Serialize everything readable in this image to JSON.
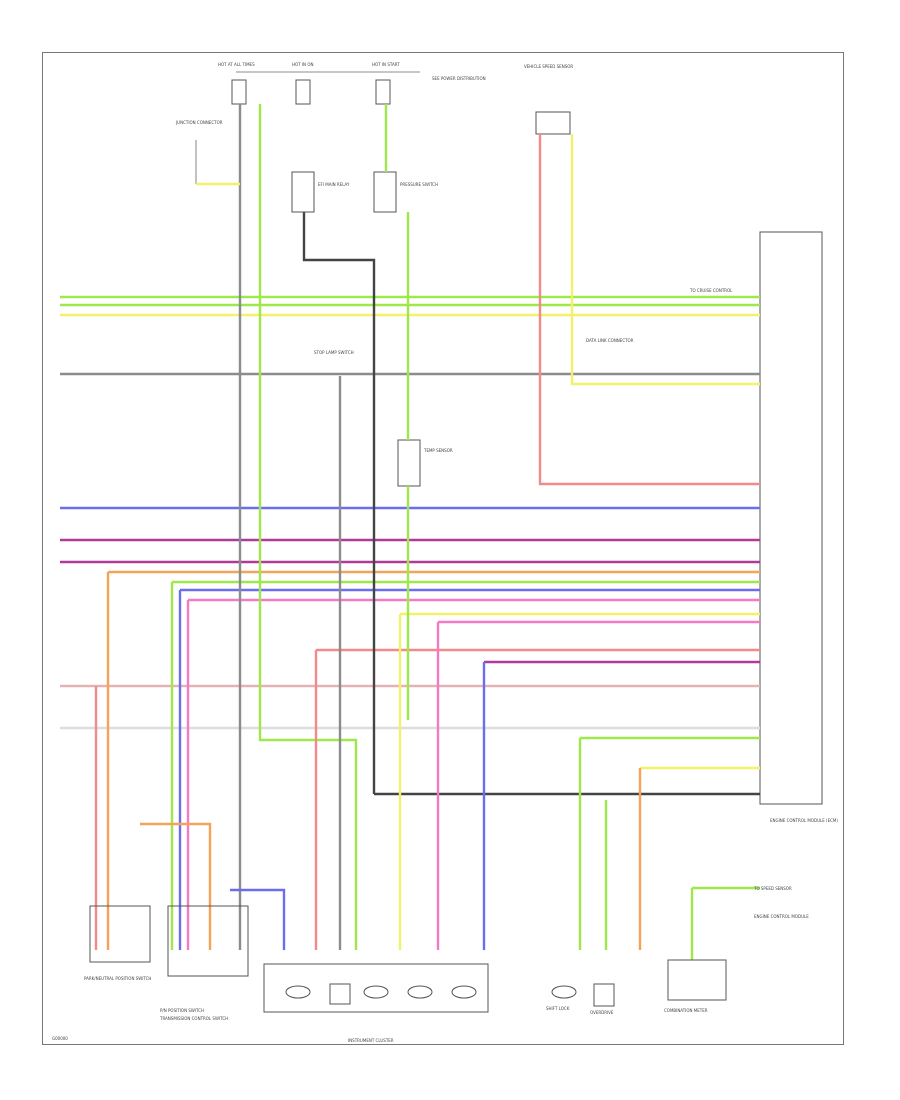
{
  "diagram": {
    "footer_code": "G00000",
    "colors": {
      "green": "#9ee84c",
      "yellow": "#f3f06a",
      "red": "#f38a8a",
      "blue": "#6c6cf0",
      "purple": "#b03a9a",
      "pink": "#f57ac6",
      "orange": "#f6a35a",
      "gray": "#8c8c8c",
      "black": "#444444"
    },
    "labels": {
      "top_fuse_1": "HOT AT ALL TIMES",
      "top_fuse_2": "HOT IN ON",
      "top_fuse_3": "HOT IN START",
      "top_note": "SEE POWER DISTRIBUTION",
      "top_right_sensor": "VEHICLE SPEED SENSOR",
      "left_ground": "JUNCTION CONNECTOR",
      "relay_center": "STOP LAMP SWITCH",
      "ecm": "ENGINE CONTROL MODULE (ECM)",
      "cluster": "INSTRUMENT CLUSTER",
      "bottom_left": "PARK/NEUTRAL POSITION SWITCH",
      "bottom_left_2": "TRANSMISSION CONTROL SWITCH",
      "combo": "COMBINATION METER",
      "right_box_1": "TO CRUISE CONTROL",
      "right_box_2": "DATA LINK CONNECTOR",
      "right_lower": "TO SPEED SENSOR",
      "ecm_right": "ENGINE CONTROL MODULE",
      "pnp": "P/N POSITION SWITCH",
      "shift": "SHIFT LOCK",
      "overdrive": "OVERDRIVE",
      "main_relay": "EFI MAIN RELAY",
      "pressure": "PRESSURE SWITCH",
      "temp": "TEMP SENSOR"
    }
  }
}
